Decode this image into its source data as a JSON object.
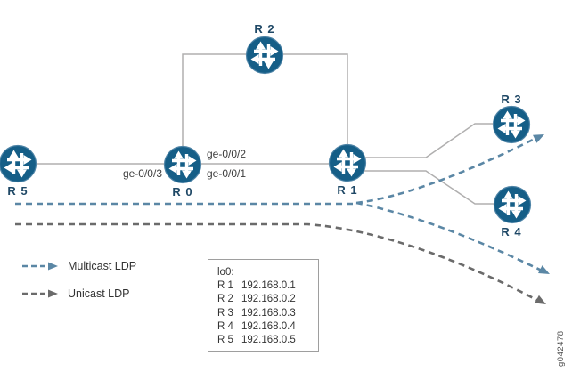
{
  "diagram_type": "network-topology-figure",
  "colors": {
    "router_fill": "#155E87",
    "router_ring": "#4d83a6",
    "link_gray": "#b0afaf",
    "multicast_blue": "#5b87a5",
    "unicast_gray": "#6b6b6b",
    "node_label": "#1f4866"
  },
  "nodes": {
    "r0": {
      "label": "R 0"
    },
    "r1": {
      "label": "R 1"
    },
    "r2": {
      "label": "R 2"
    },
    "r3": {
      "label": "R 3"
    },
    "r4": {
      "label": "R 4"
    },
    "r5": {
      "label": "R 5"
    }
  },
  "links": [
    {
      "from": "R5",
      "to": "R0"
    },
    {
      "from": "R0",
      "to": "R1"
    },
    {
      "from": "R0",
      "to": "R2"
    },
    {
      "from": "R2",
      "to": "R1"
    },
    {
      "from": "R1",
      "to": "R3"
    },
    {
      "from": "R1",
      "to": "R4"
    }
  ],
  "interfaces": [
    {
      "label": "ge-0/0/3"
    },
    {
      "label": "ge-0/0/2"
    },
    {
      "label": "ge-0/0/1"
    }
  ],
  "legend": {
    "items": [
      {
        "label": "Multicast LDP",
        "color": "#5b87a5"
      },
      {
        "label": "Unicast LDP",
        "color": "#6b6b6b"
      }
    ]
  },
  "lo0_box": {
    "title": "lo0:",
    "entries": [
      {
        "name": "R 1",
        "ip": "192.168.0.1"
      },
      {
        "name": "R 2",
        "ip": "192.168.0.2"
      },
      {
        "name": "R 3",
        "ip": "192.168.0.3"
      },
      {
        "name": "R 4",
        "ip": "192.168.0.4"
      },
      {
        "name": "R 5",
        "ip": "192.168.0.5"
      }
    ]
  },
  "watermark": "g042478"
}
